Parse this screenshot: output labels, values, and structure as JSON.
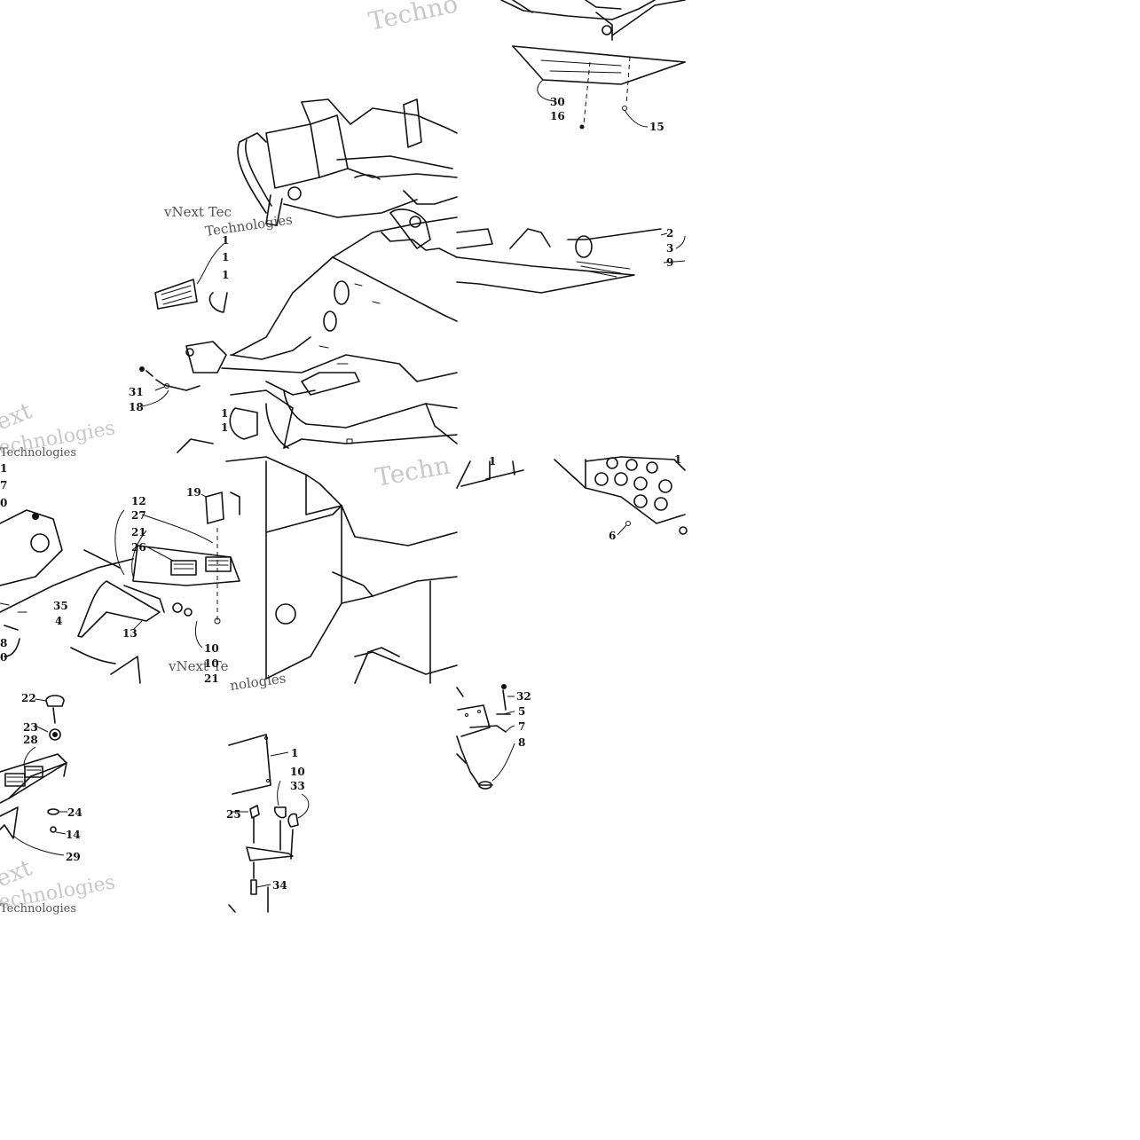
{
  "watermarks": [
    {
      "id": "wm-1",
      "text": "Techno"
    },
    {
      "id": "wm-2",
      "text": "vNext Tec"
    },
    {
      "id": "wm-3",
      "text": "Technologies"
    },
    {
      "id": "wm-4",
      "text": "ext"
    },
    {
      "id": "wm-5",
      "text": "echnologies"
    },
    {
      "id": "wm-6",
      "text": "Technologies"
    },
    {
      "id": "wm-7",
      "text": "Techn"
    },
    {
      "id": "wm-8",
      "text": "vNext Te"
    },
    {
      "id": "wm-9",
      "text": "nologies"
    },
    {
      "id": "wm-10",
      "text": "ext"
    },
    {
      "id": "wm-11",
      "text": "echnologies"
    },
    {
      "id": "wm-12",
      "text": "Technologies"
    }
  ],
  "callouts": [
    {
      "id": "c30",
      "text": "30"
    },
    {
      "id": "c16",
      "text": "16"
    },
    {
      "id": "c15",
      "text": "15"
    },
    {
      "id": "c2",
      "text": "2"
    },
    {
      "id": "c3",
      "text": "3"
    },
    {
      "id": "c9",
      "text": "9"
    },
    {
      "id": "c1a",
      "text": "1"
    },
    {
      "id": "c1b",
      "text": "1"
    },
    {
      "id": "c1c",
      "text": "1"
    },
    {
      "id": "c31",
      "text": "31"
    },
    {
      "id": "c18",
      "text": "18"
    },
    {
      "id": "c1d",
      "text": "1"
    },
    {
      "id": "c1e",
      "text": "1"
    },
    {
      "id": "c1f",
      "text": "1"
    },
    {
      "id": "c7a",
      "text": "7"
    },
    {
      "id": "c0a",
      "text": "0"
    },
    {
      "id": "c12",
      "text": "12"
    },
    {
      "id": "c27",
      "text": "27"
    },
    {
      "id": "c21a",
      "text": "21"
    },
    {
      "id": "c26",
      "text": "26"
    },
    {
      "id": "c19",
      "text": "19"
    },
    {
      "id": "c35",
      "text": "35"
    },
    {
      "id": "c4",
      "text": "4"
    },
    {
      "id": "c13",
      "text": "13"
    },
    {
      "id": "c8a",
      "text": "8"
    },
    {
      "id": "c0b",
      "text": "0"
    },
    {
      "id": "c10a",
      "text": "10"
    },
    {
      "id": "c10b",
      "text": "10"
    },
    {
      "id": "c21b",
      "text": "21"
    },
    {
      "id": "c1g",
      "text": "1"
    },
    {
      "id": "c6",
      "text": "6"
    },
    {
      "id": "c1h",
      "text": "1"
    },
    {
      "id": "c22",
      "text": "22"
    },
    {
      "id": "c23",
      "text": "23"
    },
    {
      "id": "c28",
      "text": "28"
    },
    {
      "id": "c24",
      "text": "24"
    },
    {
      "id": "c14",
      "text": "14"
    },
    {
      "id": "c29",
      "text": "29"
    },
    {
      "id": "c1i",
      "text": "1"
    },
    {
      "id": "c10c",
      "text": "10"
    },
    {
      "id": "c33",
      "text": "33"
    },
    {
      "id": "c25",
      "text": "25"
    },
    {
      "id": "c34",
      "text": "34"
    },
    {
      "id": "c32",
      "text": "32"
    },
    {
      "id": "c5",
      "text": "5"
    },
    {
      "id": "c7b",
      "text": "7"
    },
    {
      "id": "c8b",
      "text": "8"
    }
  ]
}
